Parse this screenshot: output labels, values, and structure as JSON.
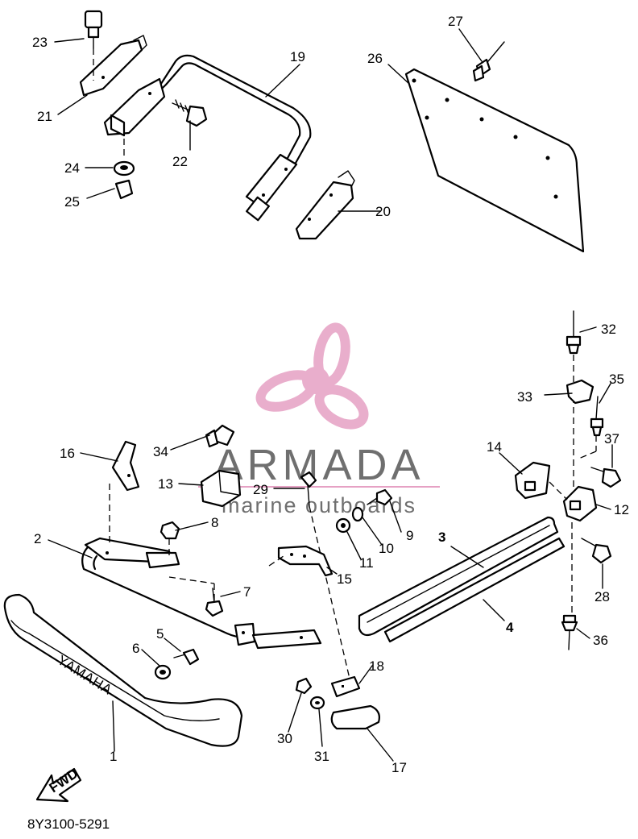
{
  "callouts": {
    "c1": "1",
    "c2": "2",
    "c3": "3",
    "c4": "4",
    "c5": "5",
    "c6": "6",
    "c7": "7",
    "c8": "8",
    "c9": "9",
    "c10": "10",
    "c11": "11",
    "c12": "12",
    "c13": "13",
    "c14": "14",
    "c15": "15",
    "c16": "16",
    "c17": "17",
    "c18": "18",
    "c19": "19",
    "c20": "20",
    "c21": "21",
    "c22": "22",
    "c23": "23",
    "c24": "24",
    "c25": "25",
    "c26": "26",
    "c27": "27",
    "c28": "28",
    "c29": "29",
    "c30": "30",
    "c31": "31",
    "c32": "32",
    "c33": "33",
    "c34": "34",
    "c35": "35",
    "c36": "36",
    "c37": "37"
  },
  "bumper_text": "YAMAHA",
  "fwd_text": "FWD",
  "diagram_code": "8Y3100-5291",
  "watermark": {
    "brand": "ARMADA",
    "tagline": "marine outboards",
    "logo_color": "#e6a1c4",
    "text_color": "#6f6f6f"
  }
}
